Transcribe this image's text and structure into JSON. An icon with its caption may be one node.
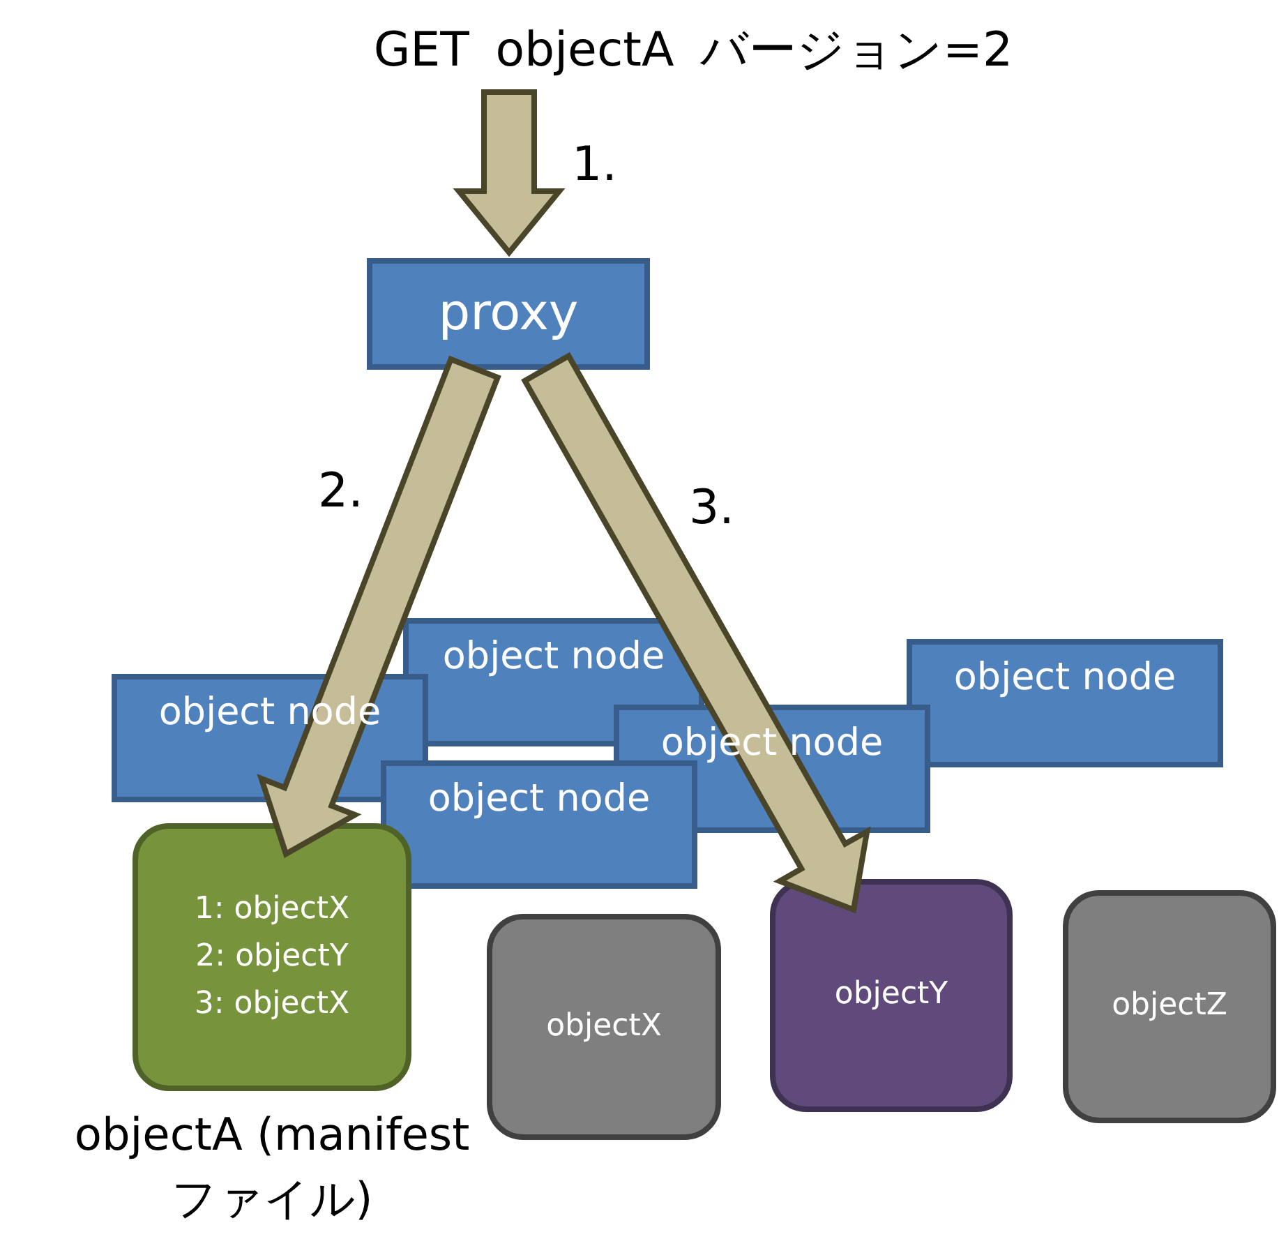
{
  "diagram": {
    "nodes": [
      {
        "text": [
          "GET objectA バージョン=2"
        ]
      },
      {
        "text": [
          "proxy"
        ]
      },
      {
        "text": [
          "object node"
        ]
      },
      {
        "text": [
          "object node"
        ]
      },
      {
        "text": [
          "object node"
        ]
      },
      {
        "text": [
          "object node"
        ]
      },
      {
        "text": [
          "object node"
        ]
      },
      {
        "text": [
          "1: objectX",
          "2: objectY",
          "3: objectX"
        ],
        "beside": [
          "objectA (manifestファイル)"
        ]
      },
      {
        "text": [
          "objectX"
        ]
      },
      {
        "text": [
          "objectY"
        ]
      },
      {
        "text": [
          "objectZ"
        ]
      }
    ],
    "edges": [
      {
        "from": 0,
        "to": 1,
        "arrow": "to",
        "label": "1."
      },
      {
        "from": 1,
        "to": 7,
        "arrow": "to",
        "label": "2."
      },
      {
        "from": 1,
        "to": 9,
        "arrow": "to",
        "label": "3."
      }
    ]
  }
}
